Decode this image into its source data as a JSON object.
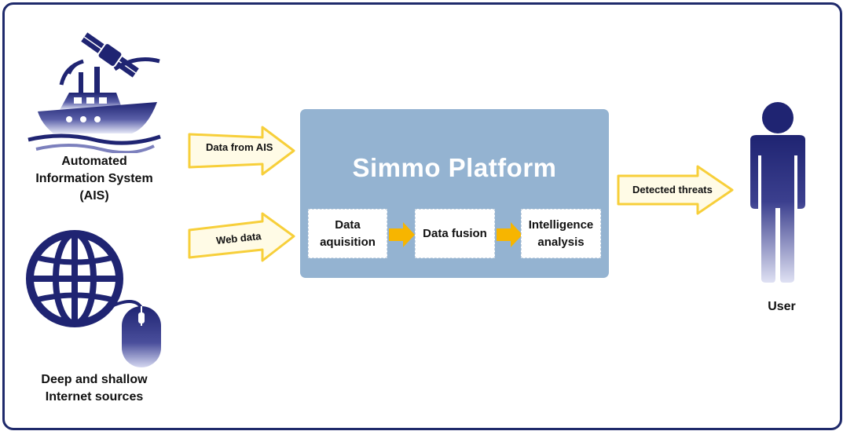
{
  "platform": {
    "title": "Simmo Platform",
    "steps": [
      "Data\naquisition",
      "Data fusion",
      "Intelligence\nanalysis"
    ]
  },
  "sources": {
    "ais_label": "Automated\nInformation System\n(AIS)",
    "internet_label": "Deep and shallow\nInternet sources"
  },
  "flows": {
    "ais_data": "Data from AIS",
    "web_data": "Web data",
    "threats": "Detected threats"
  },
  "user": {
    "label": "User"
  },
  "colors": {
    "frame": "#1f2a6b",
    "platform": "#94b3d1",
    "arrow_fill": "#fffbe6",
    "arrow_stroke": "#f7cf3a",
    "step_arrow": "#f7b500",
    "icon_dark": "#1f2472",
    "icon_light": "#e6e8f7"
  }
}
